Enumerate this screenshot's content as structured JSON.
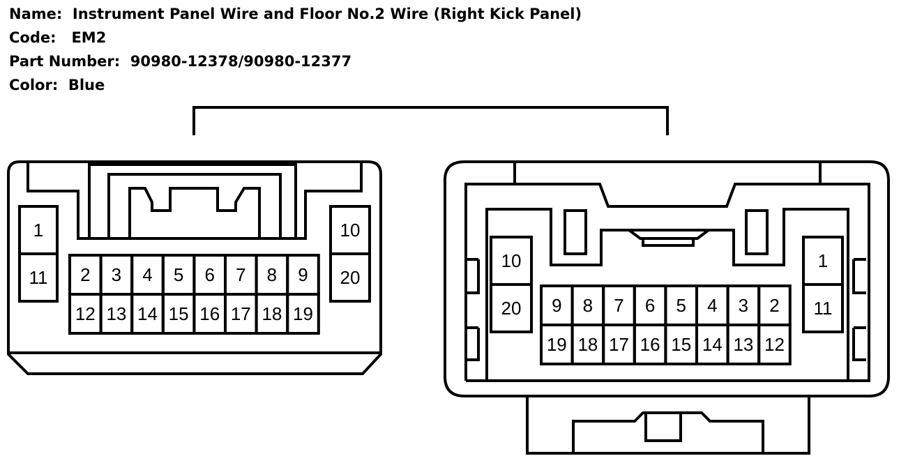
{
  "info": {
    "name_label": "Name:",
    "name_value": "Instrument Panel Wire and Floor No.2 Wire (Right Kick Panel)",
    "code_label": "Code:",
    "code_value": "EM2",
    "part_label": "Part Number:",
    "part_value": "90980-12378/90980-12377",
    "color_label": "Color:",
    "color_value": "Blue"
  },
  "left_connector": {
    "side_top": "1",
    "side_bottom": "11",
    "right_top": "10",
    "right_bottom": "20",
    "row_top": [
      "2",
      "3",
      "4",
      "5",
      "6",
      "7",
      "8",
      "9"
    ],
    "row_bottom": [
      "12",
      "13",
      "14",
      "15",
      "16",
      "17",
      "18",
      "19"
    ]
  },
  "right_connector": {
    "side_top": "10",
    "side_bottom": "20",
    "right_top": "1",
    "right_bottom": "11",
    "row_top": [
      "9",
      "8",
      "7",
      "6",
      "5",
      "4",
      "3",
      "2"
    ],
    "row_bottom": [
      "19",
      "18",
      "17",
      "16",
      "15",
      "14",
      "13",
      "12"
    ]
  }
}
